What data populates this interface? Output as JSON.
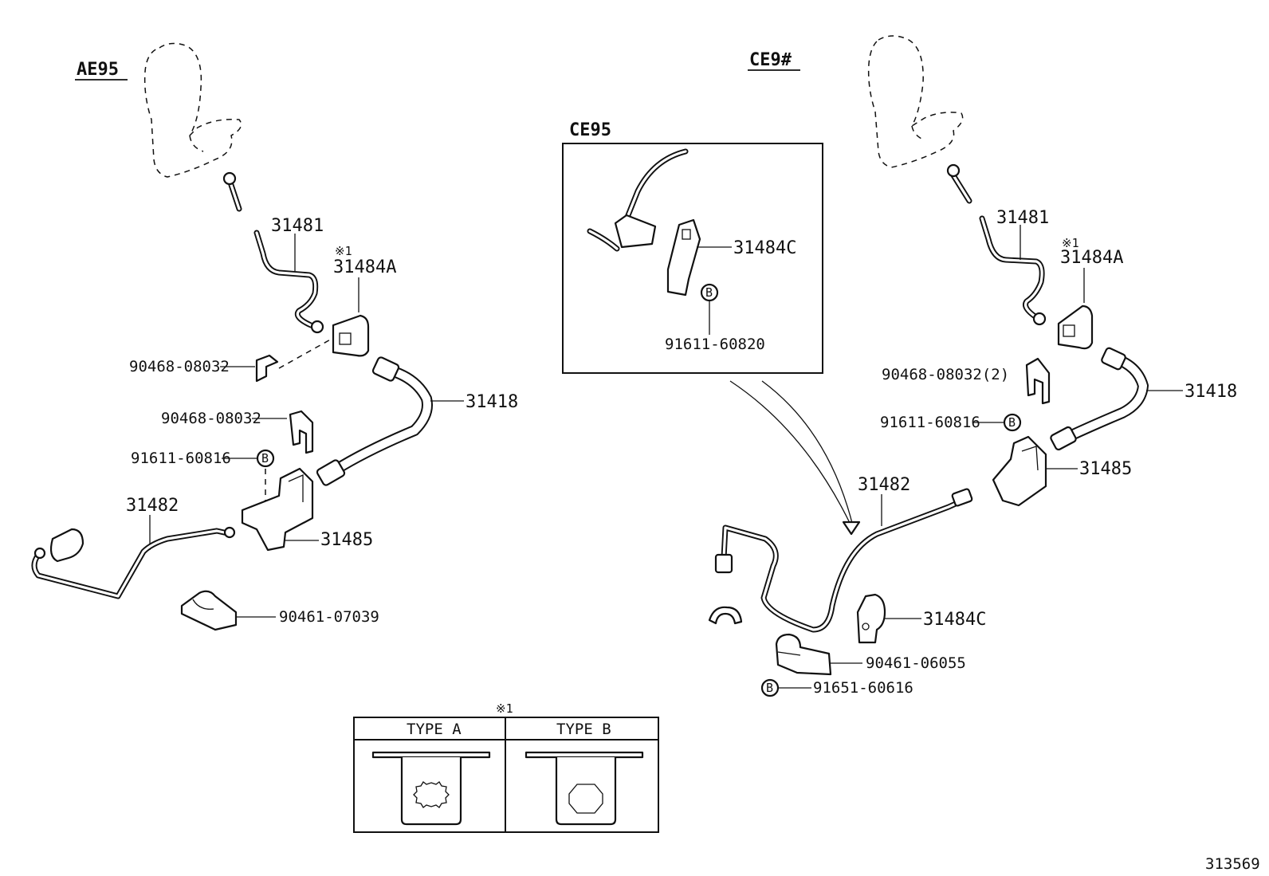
{
  "left_section": {
    "title": "AE95",
    "labels": {
      "p31481": "31481",
      "note_mark": "※1",
      "p31484a": "31484A",
      "p90468_a": "90468-08032",
      "p90468_b": "90468-08032",
      "p31418": "31418",
      "p91611": "91611-60816",
      "b_mark": "B",
      "p31482": "31482",
      "p31485": "31485",
      "p90461": "90461-07039"
    }
  },
  "inset": {
    "title": "CE95",
    "labels": {
      "p31484c": "31484C",
      "b_mark": "B",
      "p91611": "91611-60820"
    }
  },
  "right_section": {
    "title": "CE9#",
    "labels": {
      "p31481": "31481",
      "note_mark": "※1",
      "p31484a": "31484A",
      "p90468": "90468-08032(2)",
      "p31418": "31418",
      "p91611": "91611-60816",
      "b_mark": "B",
      "p31482": "31482",
      "p31485": "31485",
      "p31484c": "31484C",
      "p90461": "90461-06055",
      "b_mark2": "B",
      "p91651": "91651-60616"
    }
  },
  "type_table": {
    "note_mark": "※1",
    "type_a": "TYPE  A",
    "type_b": "TYPE  B"
  },
  "footer": {
    "code": "313569"
  }
}
